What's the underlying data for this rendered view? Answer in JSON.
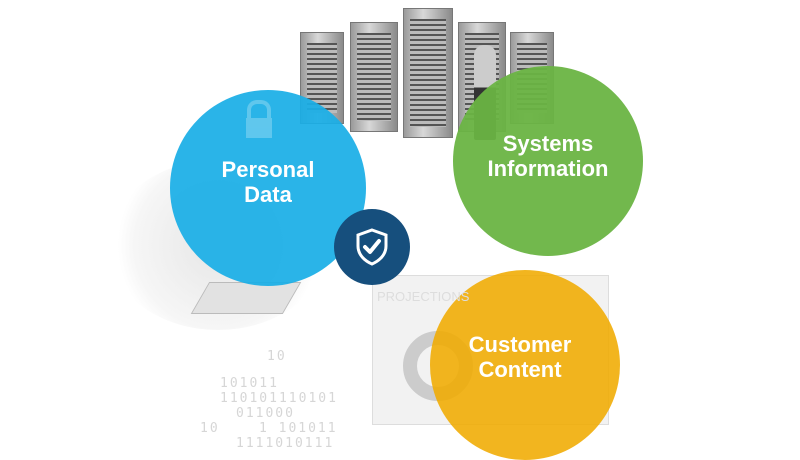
{
  "circles": {
    "personal": {
      "label_line1": "Personal",
      "label_line2": "Data",
      "color": "#1aaee6"
    },
    "systems": {
      "label_line1": "Systems",
      "label_line2": "Information",
      "color": "#6ab443"
    },
    "customer": {
      "label_line1": "Customer",
      "label_line2": "Content",
      "color": "#f0ab00"
    }
  },
  "badge": {
    "icon": "shield-check-icon",
    "color": "#164f7d"
  },
  "screen_mock": {
    "title": "PROJECTIONS"
  },
  "binary_lines": [
    "10",
    "101011",
    "110101110101",
    "011000",
    "10    1 101011",
    "1111010111"
  ]
}
